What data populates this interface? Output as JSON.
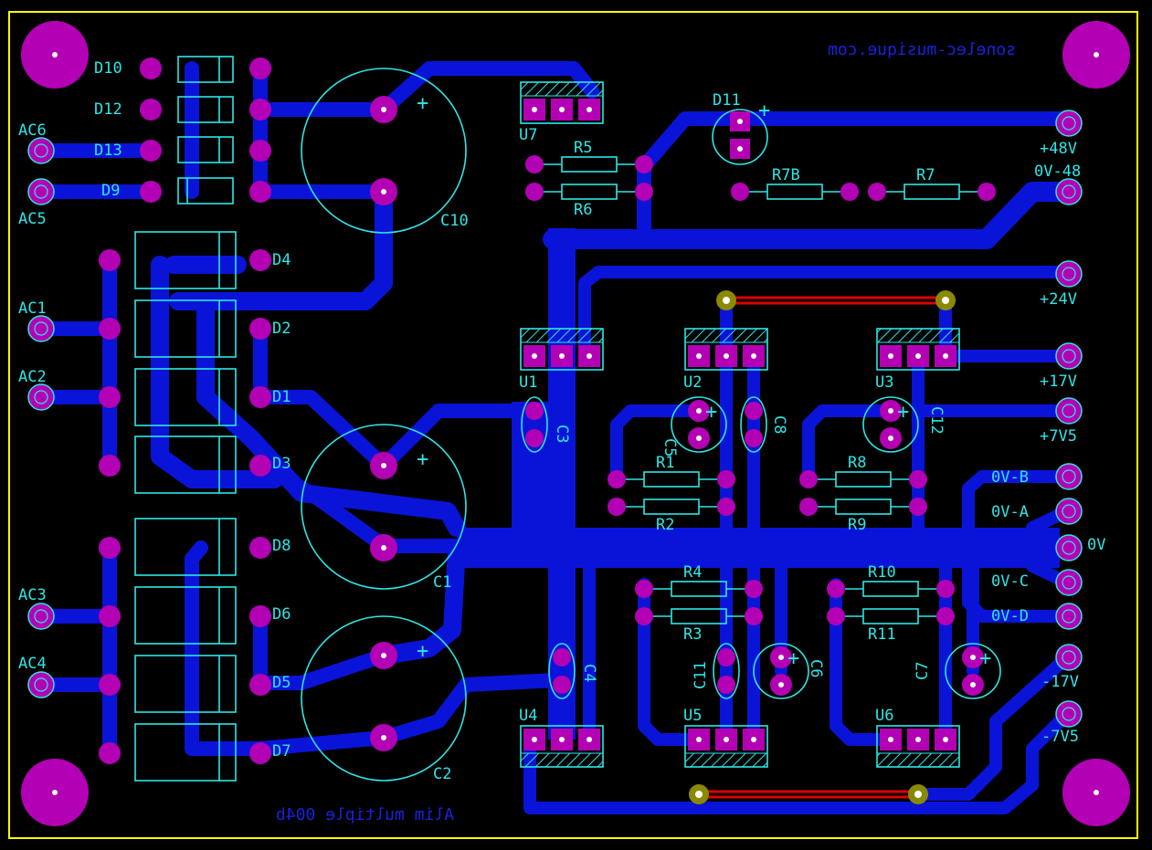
{
  "board": {
    "title_copper": "sonelec-musique.com",
    "subtitle_copper": "Alim multiple 004b",
    "outline_color": "#ffff00",
    "track_color": "#0a14d8",
    "pad_color": "#b400b4",
    "silk_color": "#2ee6e6"
  },
  "connectors": {
    "ac6": "AC6",
    "ac5": "AC5",
    "ac1": "AC1",
    "ac2": "AC2",
    "ac3": "AC3",
    "ac4": "AC4",
    "p48": "+48V",
    "g48": "0V-48",
    "p24": "+24V",
    "p17": "+17V",
    "p7v5": "+7V5",
    "gb": "0V-B",
    "ga": "0V-A",
    "g0": "0V",
    "gc": "0V-C",
    "gd": "0V-D",
    "m17": "-17V",
    "m7v5": "-7V5"
  },
  "diodes": {
    "d10": "D10",
    "d12": "D12",
    "d13": "D13",
    "d9": "D9",
    "d11": "D11",
    "d4": "D4",
    "d2": "D2",
    "d1": "D1",
    "d3": "D3",
    "d8": "D8",
    "d6": "D6",
    "d5": "D5",
    "d7": "D7"
  },
  "capacitors": {
    "c10": "C10",
    "c1": "C1",
    "c2": "C2",
    "c3": "C3",
    "c4": "C4",
    "c5": "C5",
    "c8": "C8",
    "c12": "C12",
    "c6": "C6",
    "c7": "C7",
    "c11": "C11",
    "plus": "+"
  },
  "regulators": {
    "u7": "U7",
    "u1": "U1",
    "u2": "U2",
    "u3": "U3",
    "u4": "U4",
    "u5": "U5",
    "u6": "U6"
  },
  "resistors": {
    "r5": "R5",
    "r6": "R6",
    "r7b": "R7B",
    "r7": "R7",
    "r1": "R1",
    "r2": "R2",
    "r8": "R8",
    "r9": "R9",
    "r4": "R4",
    "r3": "R3",
    "r10": "R10",
    "r11": "R11"
  }
}
